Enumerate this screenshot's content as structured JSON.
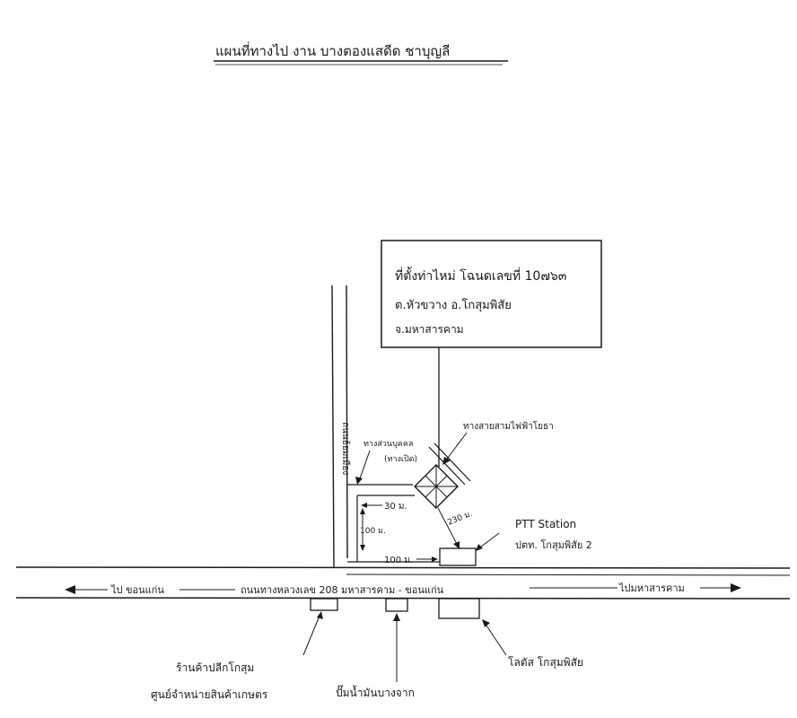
{
  "title": "แผนที่ทางไป งาน บางตองแสดีด ชาบุญลี",
  "info_box": {
    "line1": "ที่ตั้งท่าไหม่ โฉนดเลขที่ 10๗๖๓",
    "line2": "ต.หัวขวาง อ.โกสุมพิสัย",
    "line3": "จ.มหาสารคาม"
  },
  "labels": {
    "road_vertical": "ถนนอ้อมเมือง",
    "soi_label_line1": "ทางส่วนบุคคล",
    "soi_label_line2": "(ทางเปิด)",
    "dist_30": "30 ม.",
    "dist_100_vertical": "100 ม.",
    "dist_100_horizontal": "100 ม.",
    "dist_230": "230 ม.",
    "transmission_tower": "ทางสายสามไฟฟ้าโยธา",
    "ptt_line1": "PTT Station",
    "ptt_line2": "ปตท. โกสุมพิสัย 2",
    "to_khonkaen": "ไป ขอนแก่น",
    "to_mahasarakham": "ไปมหาสารคาม",
    "highway": "ถนนทางหลวงเลข 208 มหาสารคาม - ขอนแก่น",
    "market_line1": "ร้านค้าปลีกโกสุม",
    "market_line2": "ศูนย์จำหน่ายสินค้าเกษตร",
    "gas_station": "ปั๊มน้ำมันบางจาก",
    "lotus": "โลตัส โกสุมพิสัย"
  },
  "colors": {
    "ink": "#1a1a1a",
    "paper": "#ffffff"
  }
}
